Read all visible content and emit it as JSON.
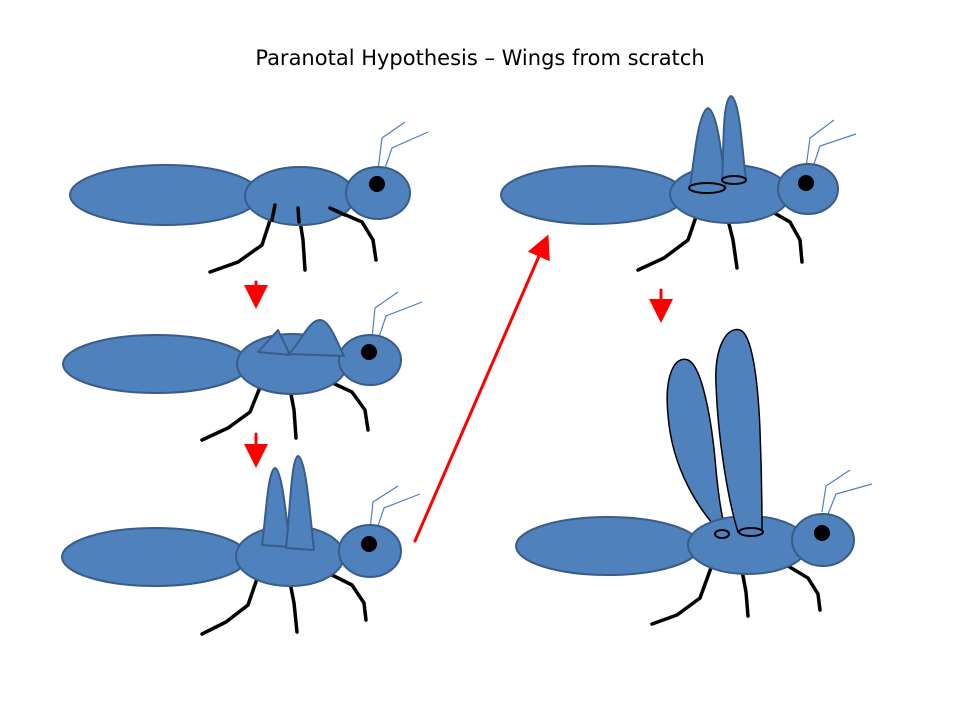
{
  "slide": {
    "title": "Paranotal Hypothesis – Wings from scratch"
  },
  "colors": {
    "body_fill": "#4f81bd",
    "body_stroke": "#385d8a",
    "antenna": "#4f81bd",
    "arrow": "#ff0000",
    "leg": "#000000",
    "eye": "#000000"
  },
  "stages": [
    {
      "id": "no-wings",
      "structure": "none"
    },
    {
      "id": "small-lobes",
      "structure": "small paranotal lobes"
    },
    {
      "id": "tall-lobes",
      "structure": "tall paranotal lobes"
    },
    {
      "id": "hinged-lobes",
      "structure": "lobes with articulation rings"
    },
    {
      "id": "full-wings",
      "structure": "flapping wings"
    }
  ]
}
